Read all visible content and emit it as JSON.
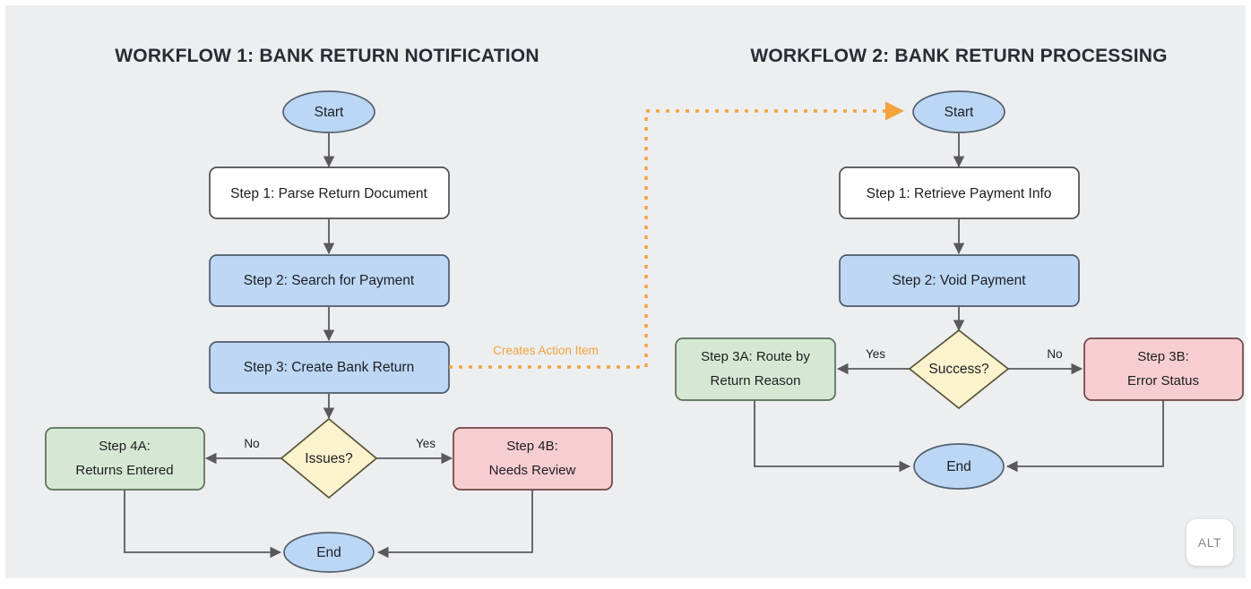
{
  "canvas": {
    "background": "#eceef0",
    "accent_orange": "#f2a33c",
    "edge_color": "#59595d"
  },
  "workflows": [
    {
      "id": "workflow-1",
      "title": "WORKFLOW 1: BANK RETURN NOTIFICATION",
      "nodes": [
        {
          "id": "w1-start",
          "label": "Start",
          "shape": "ellipse",
          "style": "start"
        },
        {
          "id": "w1-step1",
          "label": "Step 1: Parse Return Document",
          "shape": "rounded-rect",
          "style": "white"
        },
        {
          "id": "w1-step2",
          "label": "Step 2: Search for Payment",
          "shape": "rounded-rect",
          "style": "blue"
        },
        {
          "id": "w1-step3",
          "label": "Step 3: Create Bank Return",
          "shape": "rounded-rect",
          "style": "blue"
        },
        {
          "id": "w1-issues",
          "label": "Issues?",
          "shape": "diamond",
          "style": "yellow"
        },
        {
          "id": "w1-step4a",
          "label_line1": "Step 4A:",
          "label_line2": "Returns Entered",
          "shape": "rounded-rect",
          "style": "green"
        },
        {
          "id": "w1-step4b",
          "label_line1": "Step 4B:",
          "label_line2": "Needs Review",
          "shape": "rounded-rect",
          "style": "pink"
        },
        {
          "id": "w1-end",
          "label": "End",
          "shape": "ellipse",
          "style": "start"
        }
      ],
      "edge_labels": {
        "no": "No",
        "yes": "Yes"
      }
    },
    {
      "id": "workflow-2",
      "title": "WORKFLOW 2: BANK RETURN PROCESSING",
      "nodes": [
        {
          "id": "w2-start",
          "label": "Start",
          "shape": "ellipse",
          "style": "start"
        },
        {
          "id": "w2-step1",
          "label": "Step 1: Retrieve Payment Info",
          "shape": "rounded-rect",
          "style": "white"
        },
        {
          "id": "w2-step2",
          "label": "Step 2: Void Payment",
          "shape": "rounded-rect",
          "style": "blue"
        },
        {
          "id": "w2-success",
          "label": "Success?",
          "shape": "diamond",
          "style": "yellow"
        },
        {
          "id": "w2-step3a",
          "label_line1": "Step 3A: Route by",
          "label_line2": "Return Reason",
          "shape": "rounded-rect",
          "style": "green"
        },
        {
          "id": "w2-step3b",
          "label_line1": "Step 3B:",
          "label_line2": "Error Status",
          "shape": "rounded-rect",
          "style": "pink"
        },
        {
          "id": "w2-end",
          "label": "End",
          "shape": "ellipse",
          "style": "start"
        }
      ],
      "edge_labels": {
        "yes": "Yes",
        "no": "No"
      }
    }
  ],
  "cross_link": {
    "label": "Creates Action Item",
    "from": "w1-step3",
    "to": "w2-start",
    "style": "dashed-orange"
  },
  "overlay": {
    "alt_badge": "ALT"
  }
}
